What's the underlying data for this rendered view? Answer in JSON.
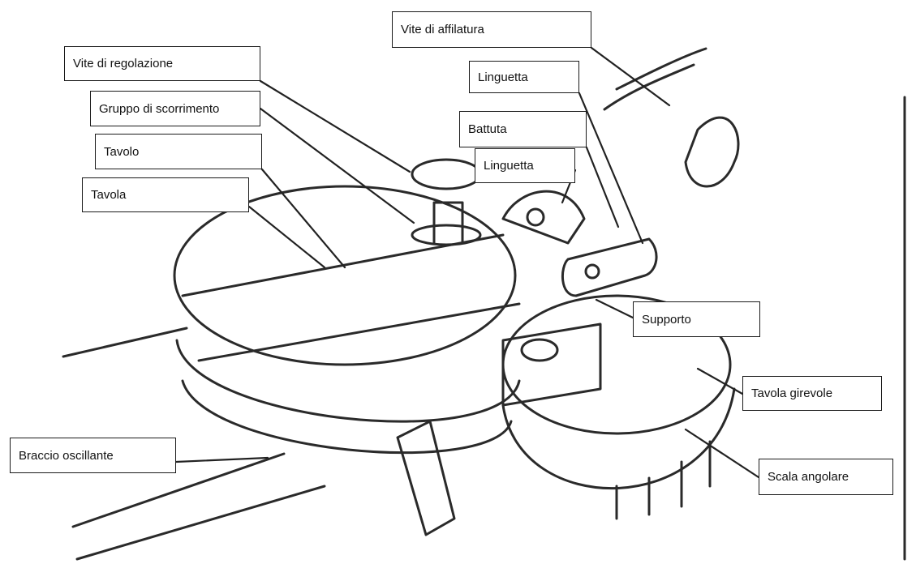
{
  "callouts": {
    "vite_affilatura": "Vite di affilatura",
    "vite_regolazione": "Vite di regolazione",
    "linguetta_top": "Linguetta",
    "gruppo_scorrimento": "Gruppo di scorrimento",
    "battuta": "Battuta",
    "tavolo": "Tavolo",
    "linguetta_mid": "Linguetta",
    "tavola": "Tavola",
    "supporto": "Supporto",
    "tavola_girevole": "Tavola girevole",
    "braccio_oscillante": "Braccio oscillante",
    "scala_angolare": "Scala angolare"
  }
}
